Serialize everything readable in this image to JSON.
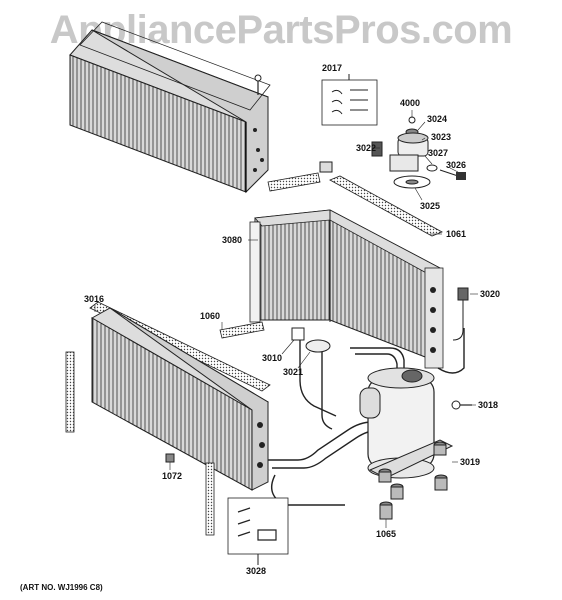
{
  "watermark": "AppliancePartsPros.com",
  "art_number": "(ART NO. WJ1996 C8)",
  "part_labels": {
    "p2017": "2017",
    "p4000": "4000",
    "p3024": "3024",
    "p3023": "3023",
    "p3022": "3022",
    "p3027": "3027",
    "p3026": "3026",
    "p3025": "3025",
    "p1061": "1061",
    "p3080": "3080",
    "p3020": "3020",
    "p3016": "3016",
    "p1060": "1060",
    "p3010": "3010",
    "p3021": "3021",
    "p3018": "3018",
    "p3019": "3019",
    "p1072": "1072",
    "p1065": "1065",
    "p3028": "3028"
  }
}
